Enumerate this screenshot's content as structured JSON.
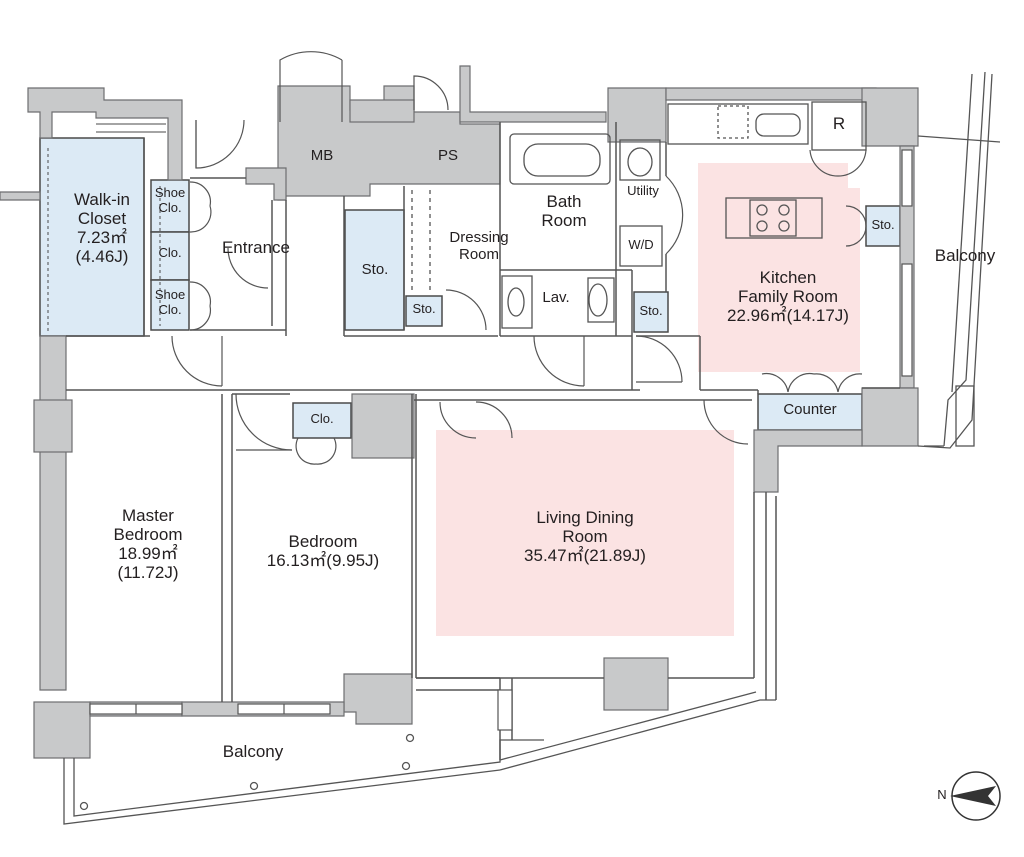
{
  "rooms": {
    "walk_in_closet": {
      "line1": "Walk-in",
      "line2": "Closet",
      "area_m2": "7.23㎡",
      "area_j": "(4.46J)"
    },
    "master_bedroom": {
      "line1": "Master",
      "line2": "Bedroom",
      "area_m2": "18.99㎡",
      "area_j": "(11.72J)"
    },
    "bedroom": {
      "name": "Bedroom",
      "area": "16.13㎡(9.95J)"
    },
    "living_dining": {
      "line1": "Living Dining",
      "line2": "Room",
      "area": "35.47㎡(21.89J)"
    },
    "kitchen_family": {
      "line1": "Kitchen",
      "line2": "Family Room",
      "area": "22.96㎡(14.17J)"
    },
    "bath_room": {
      "line1": "Bath",
      "line2": "Room"
    },
    "dressing_room": {
      "line1": "Dressing",
      "line2": "Room"
    },
    "entrance": {
      "name": "Entrance"
    },
    "balcony_right": {
      "name": "Balcony"
    },
    "balcony_bottom": {
      "name": "Balcony"
    }
  },
  "fixtures": {
    "mb": "MB",
    "ps": "PS",
    "utility": "Utility",
    "wd": "W/D",
    "lav": "Lav.",
    "refrigerator": "R",
    "counter": "Counter",
    "sto_hall": "Sto.",
    "sto_dressing": "Sto.",
    "sto_lav": "Sto.",
    "sto_kitchen": "Sto.",
    "shoe_clo_1": {
      "line1": "Shoe",
      "line2": "Clo."
    },
    "clo_entrance": "Clo.",
    "shoe_clo_2": {
      "line1": "Shoe",
      "line2": "Clo."
    },
    "clo_bedroom": "Clo."
  },
  "compass": {
    "label": "N"
  },
  "colors": {
    "wall": "#c8c9ca",
    "wall_stroke": "#6d6e70",
    "line": "#555555",
    "room_highlight": "#fbe3e3",
    "storage_fill": "#dceaf5",
    "storage_stroke": "#4a4a4a"
  }
}
